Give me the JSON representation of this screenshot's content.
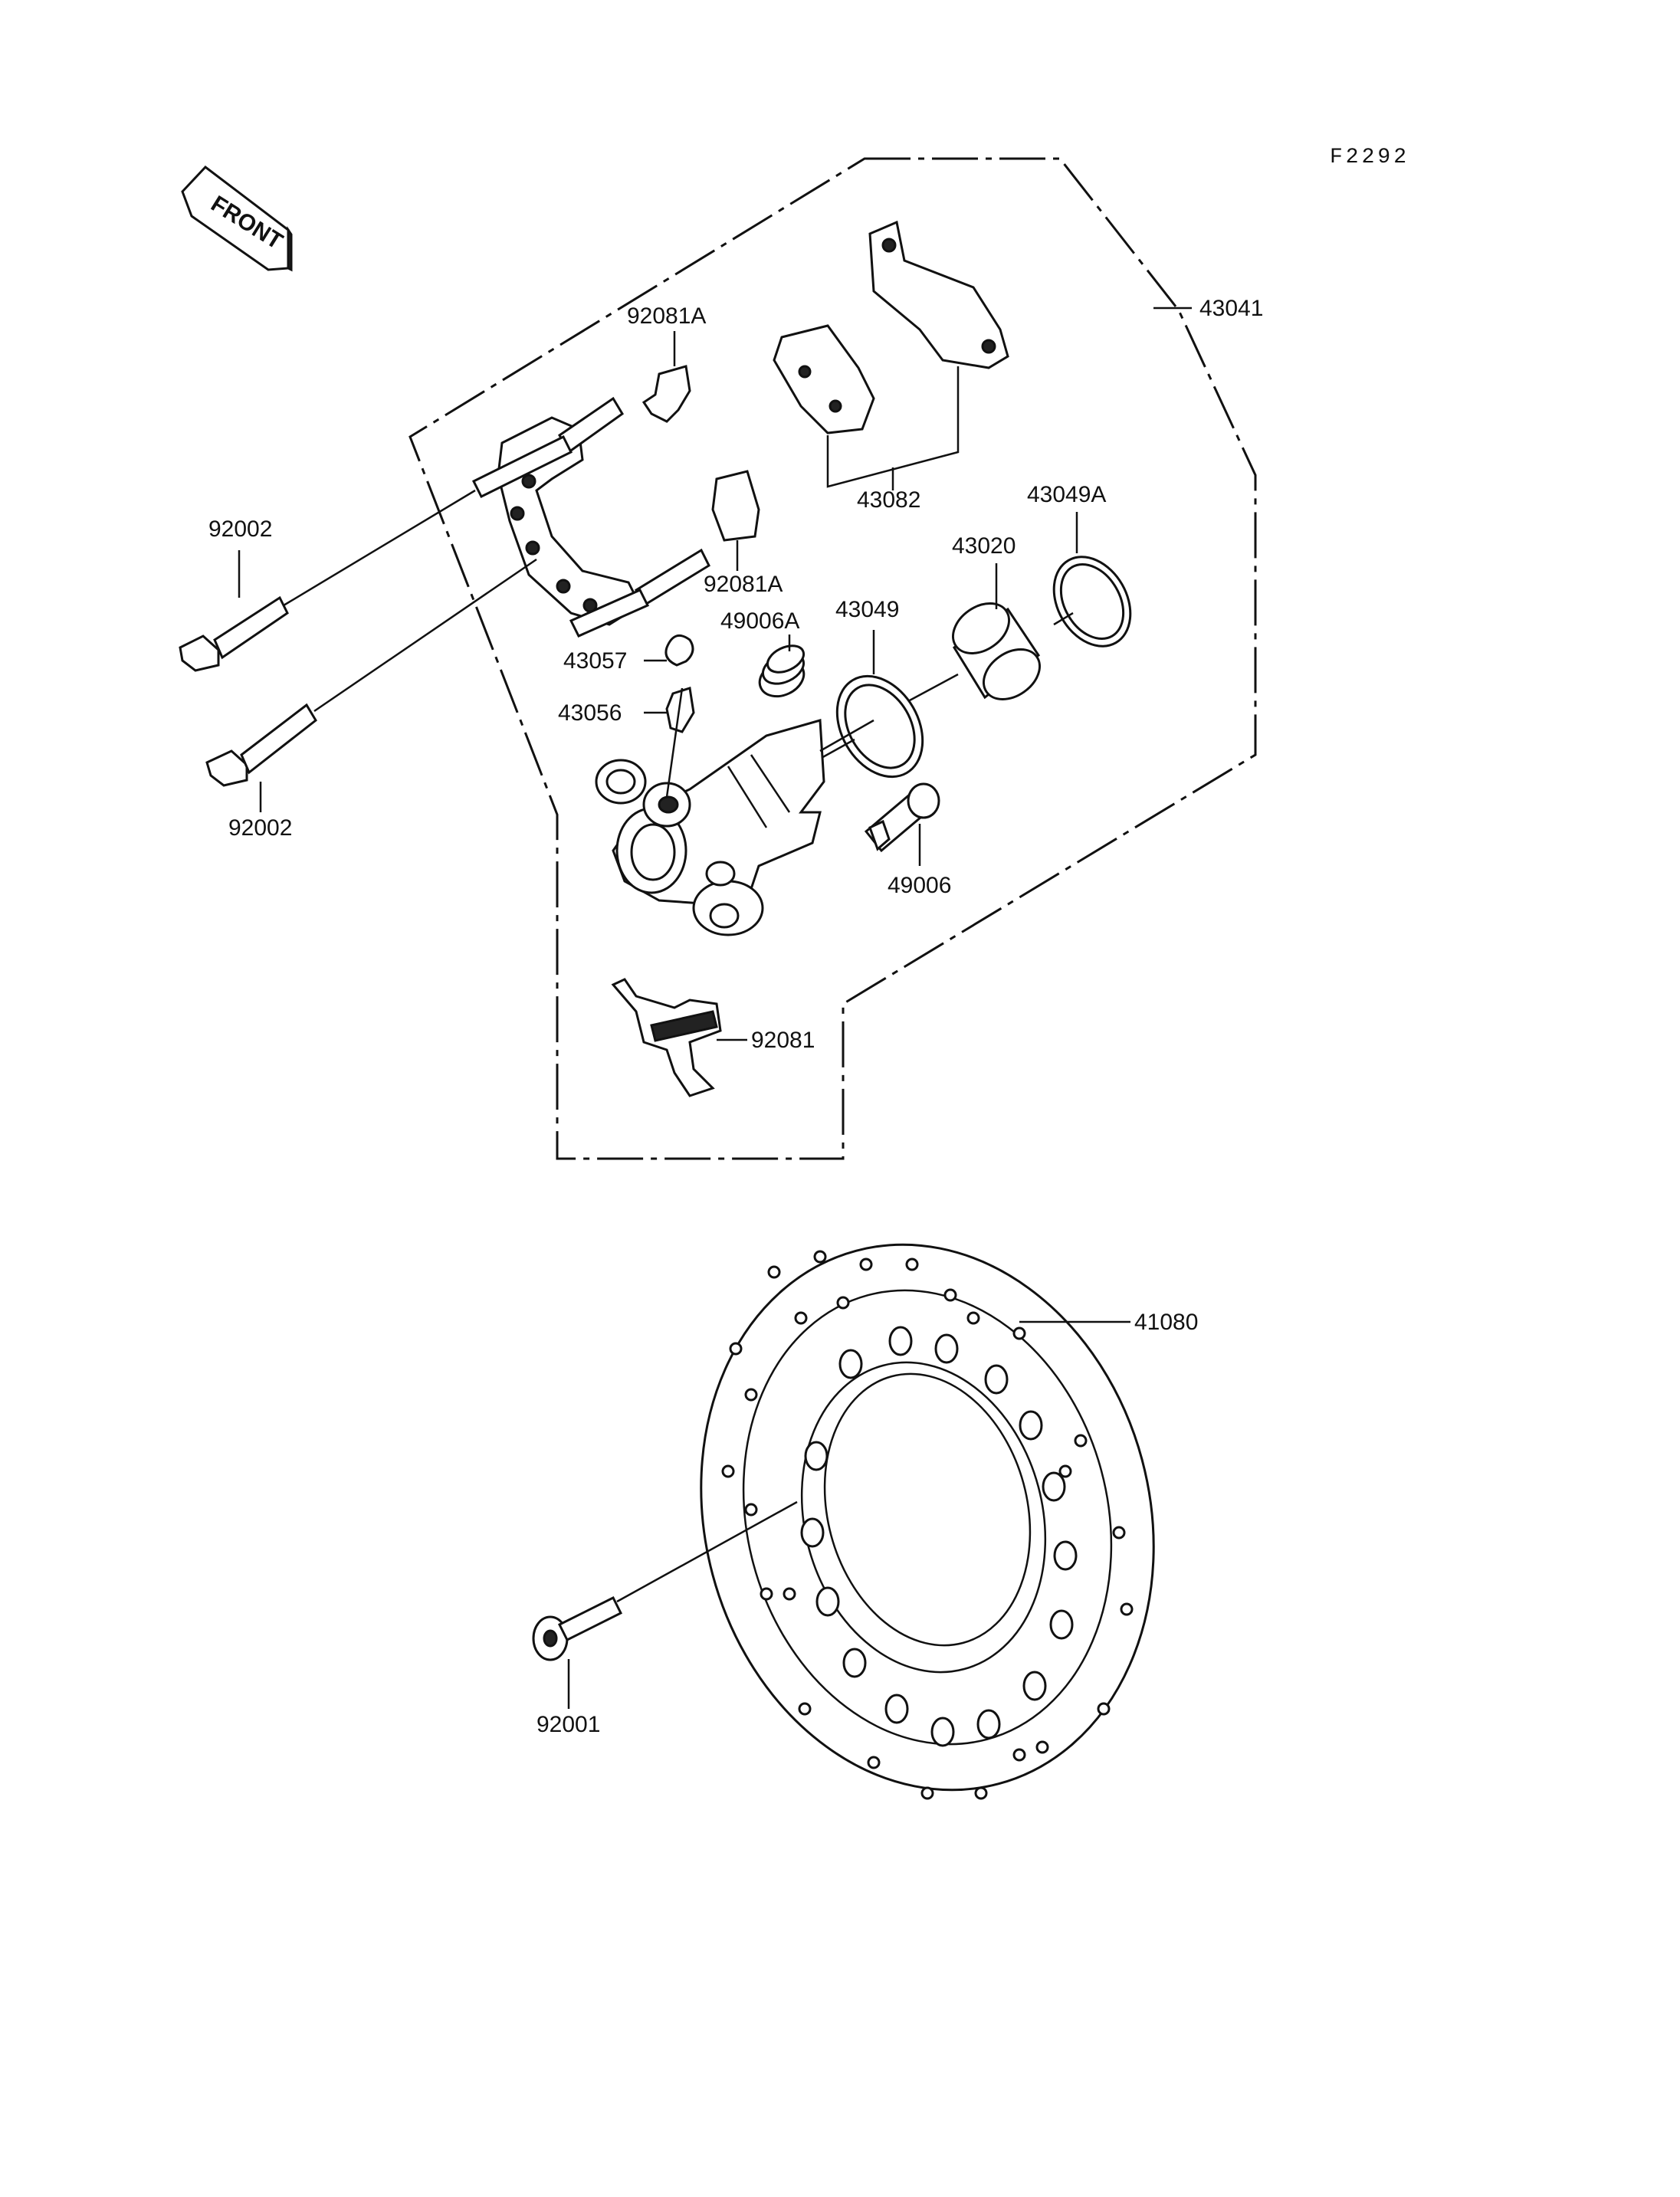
{
  "diagram": {
    "code": "F2292",
    "front_label": "FRONT",
    "parts": {
      "p43041": "43041",
      "p92081a_top": "92081A",
      "p92081a_mid": "92081A",
      "p92002_top": "92002",
      "p92002_bottom": "92002",
      "p43082": "43082",
      "p43049a": "43049A",
      "p43020": "43020",
      "p43049": "43049",
      "p49006a": "49006A",
      "p43057": "43057",
      "p43056": "43056",
      "p49006": "49006",
      "p92081": "92081",
      "p41080": "41080",
      "p92001": "92001"
    }
  }
}
